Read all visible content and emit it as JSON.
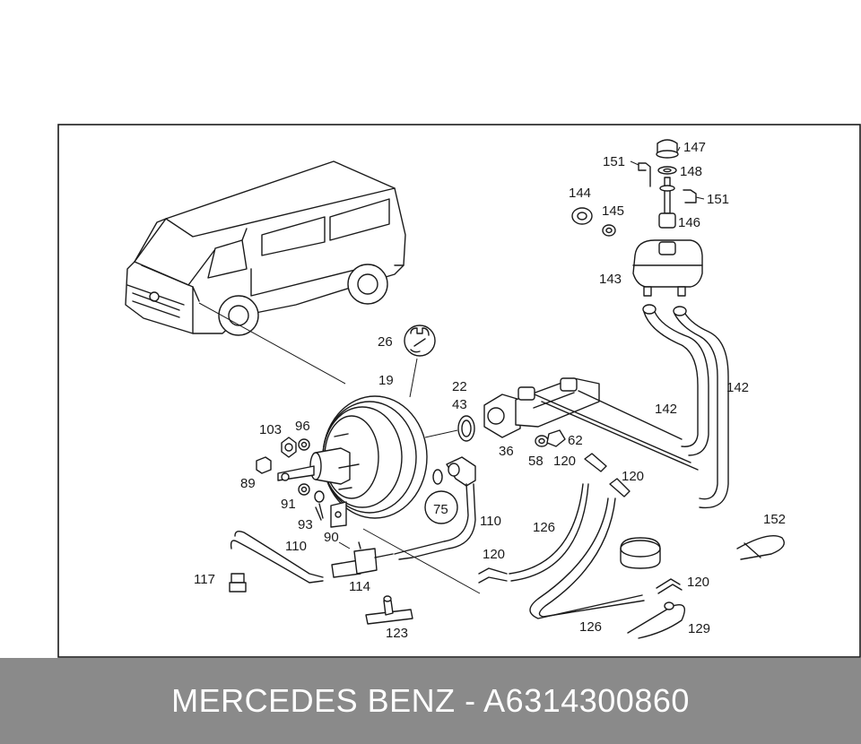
{
  "footer": {
    "caption": "MERCEDES BENZ - A6314300860",
    "background": "#8a8a8a",
    "text_color": "#ffffff"
  },
  "diagram": {
    "line_color": "#1a1a1a",
    "labels": [
      {
        "id": "l147a",
        "text": "147"
      },
      {
        "id": "l151a",
        "text": "151"
      },
      {
        "id": "l148",
        "text": "148"
      },
      {
        "id": "l151b",
        "text": "151"
      },
      {
        "id": "l144",
        "text": "144"
      },
      {
        "id": "l145",
        "text": "145"
      },
      {
        "id": "l146",
        "text": "146"
      },
      {
        "id": "l143",
        "text": "143"
      },
      {
        "id": "l26",
        "text": "26"
      },
      {
        "id": "l19",
        "text": "19"
      },
      {
        "id": "l22",
        "text": "22"
      },
      {
        "id": "l43",
        "text": "43"
      },
      {
        "id": "l142a",
        "text": "142"
      },
      {
        "id": "l142b",
        "text": "142"
      },
      {
        "id": "l103",
        "text": "103"
      },
      {
        "id": "l96",
        "text": "96"
      },
      {
        "id": "l36",
        "text": "36"
      },
      {
        "id": "l62",
        "text": "62"
      },
      {
        "id": "l58",
        "text": "58"
      },
      {
        "id": "l120a",
        "text": "120"
      },
      {
        "id": "l120b",
        "text": "120"
      },
      {
        "id": "l89",
        "text": "89"
      },
      {
        "id": "l91",
        "text": "91"
      },
      {
        "id": "l75",
        "text": "75"
      },
      {
        "id": "l93",
        "text": "93"
      },
      {
        "id": "l90",
        "text": "90"
      },
      {
        "id": "l110a",
        "text": "110"
      },
      {
        "id": "l110b",
        "text": "110"
      },
      {
        "id": "l126a",
        "text": "126"
      },
      {
        "id": "l152",
        "text": "152"
      },
      {
        "id": "l120c",
        "text": "120"
      },
      {
        "id": "l117",
        "text": "117"
      },
      {
        "id": "l114",
        "text": "114"
      },
      {
        "id": "l120d",
        "text": "120"
      },
      {
        "id": "l126b",
        "text": "126"
      },
      {
        "id": "l129",
        "text": "129"
      },
      {
        "id": "l123",
        "text": "123"
      }
    ]
  }
}
